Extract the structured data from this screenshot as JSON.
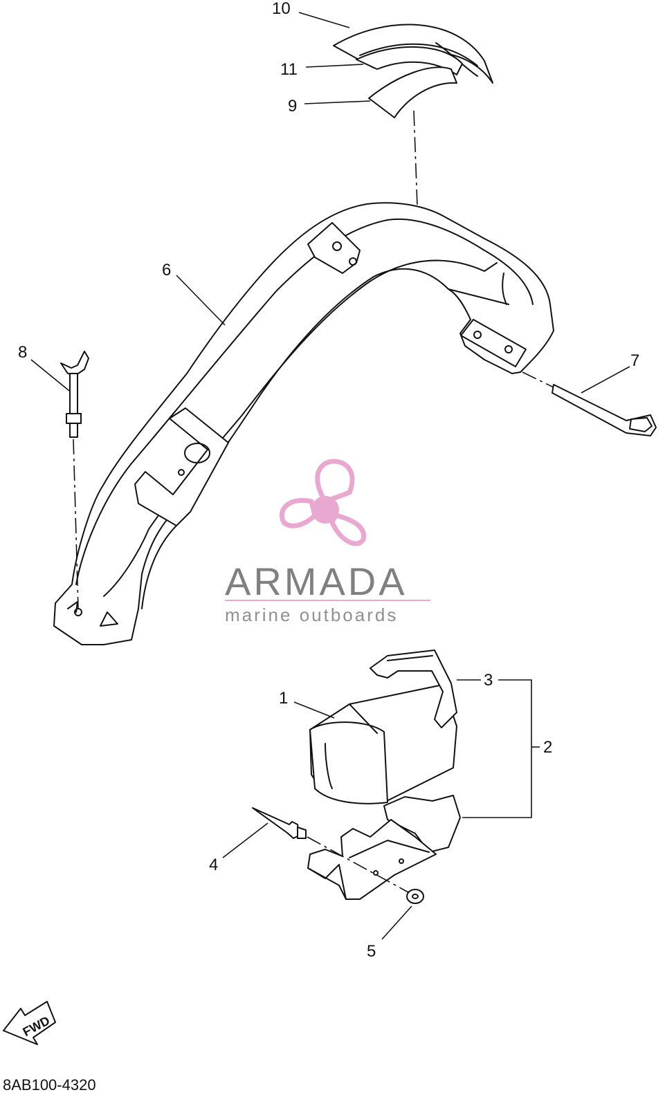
{
  "diagram": {
    "callouts": {
      "c1": "1",
      "c2": "2",
      "c3": "3",
      "c4": "4",
      "c5": "5",
      "c6": "6",
      "c7": "7",
      "c8": "8",
      "c9": "9",
      "c10": "10",
      "c11": "11"
    },
    "fwd_label": "FWD",
    "drawing_code": "8AB100-4320"
  },
  "watermark": {
    "name": "ARMADA",
    "tagline": "marine outboards",
    "icon": "propeller-icon",
    "color": "#e8a8cf"
  }
}
